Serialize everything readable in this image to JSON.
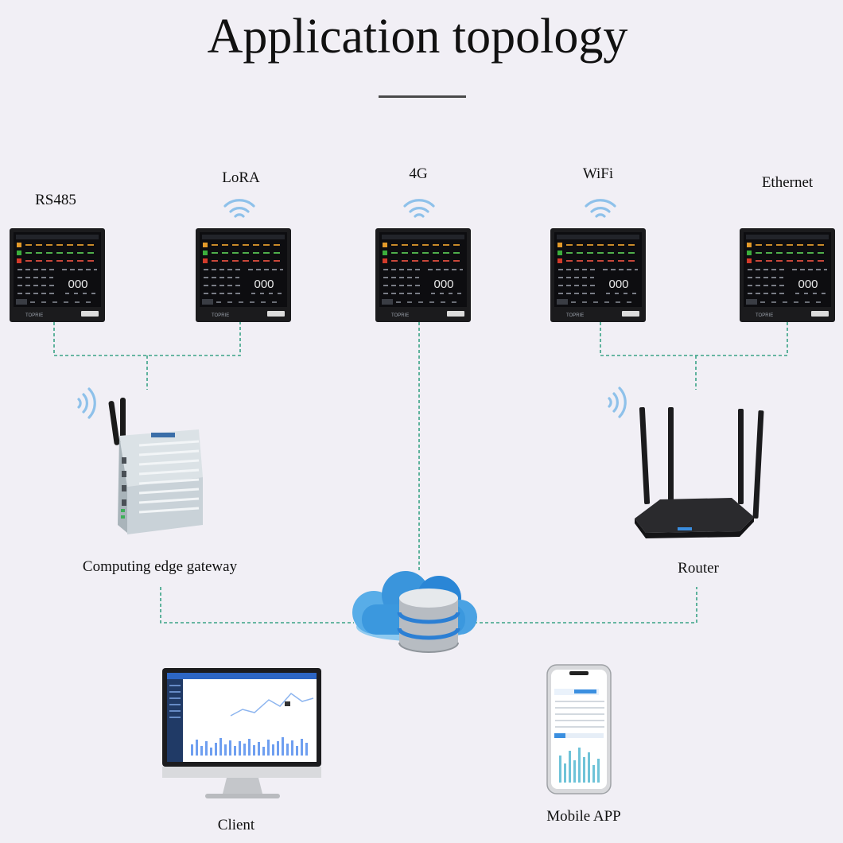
{
  "title": "Application topology",
  "nodes": {
    "rs485": {
      "label": "RS485"
    },
    "lora": {
      "label": "LoRA"
    },
    "cellular": {
      "label": "4G"
    },
    "wifi": {
      "label": "WiFi"
    },
    "ethernet": {
      "label": "Ethernet"
    },
    "gateway": {
      "label": "Computing edge gateway"
    },
    "router": {
      "label": "Router"
    },
    "client": {
      "label": "Client"
    },
    "mobile": {
      "label": "Mobile APP"
    }
  },
  "meter": {
    "brand": "TOPRIE",
    "reading": "000"
  },
  "colors": {
    "connector": "#3aa386",
    "signal": "#8ec1ea",
    "background": "#f1eff5"
  },
  "icons": {
    "signal": "wifi-signal-icon",
    "meter": "power-meter-icon",
    "gateway": "edge-gateway-icon",
    "router": "router-icon",
    "cloud": "cloud-database-icon",
    "client": "desktop-monitor-icon",
    "mobile": "smartphone-icon"
  }
}
